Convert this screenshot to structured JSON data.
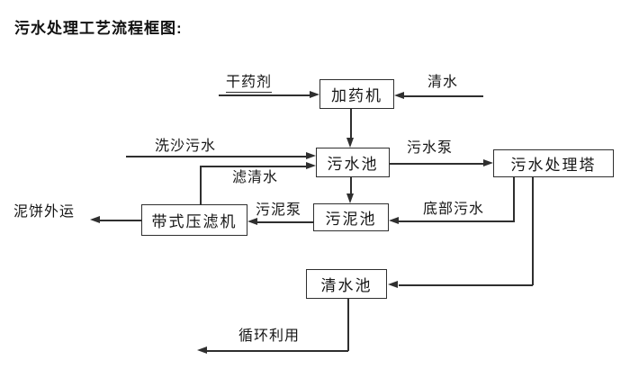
{
  "title": "污水处理工艺流程框图:",
  "nodes": {
    "dosing_machine": "加药机",
    "sewage_pool": "污水池",
    "treatment_tower": "污水处理塔",
    "sludge_pool": "污泥池",
    "belt_filter_press": "带式压滤机",
    "clean_water_pool": "清水池"
  },
  "flow_labels": {
    "dry_agent": "干药剂",
    "clean_water": "清水",
    "sand_washing_sewage": "洗沙污水",
    "sewage_pump": "污水泵",
    "filtered_water": "滤清水",
    "sludge_pump": "污泥泵",
    "bottom_sewage": "底部污水",
    "mud_cake_transport": "泥饼外运",
    "recycle_use": "循环利用"
  },
  "colors": {
    "line": "#2f2f2f",
    "text": "#161616",
    "background": "#ffffff"
  }
}
